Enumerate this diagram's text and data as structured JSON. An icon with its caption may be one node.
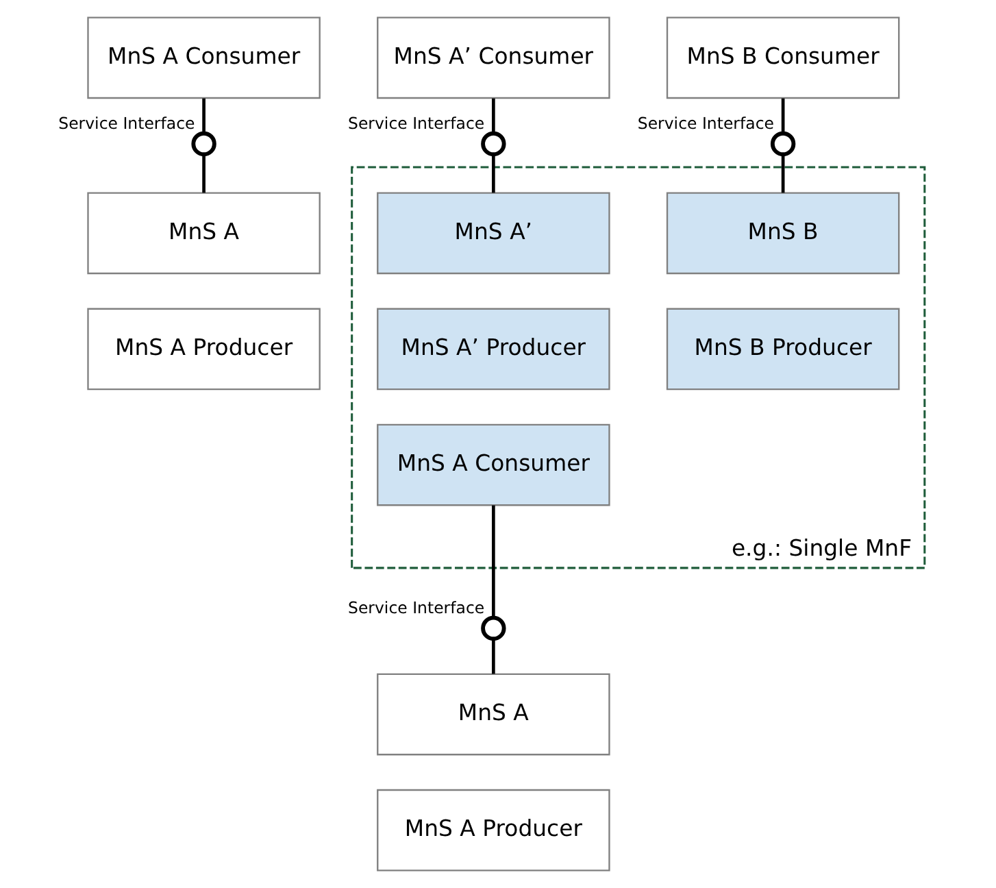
{
  "diagram": {
    "nodes": [
      {
        "text": [
          "MnS A Consumer"
        ]
      },
      {
        "text": [],
        "shape": "circle",
        "beside": [
          "Service Interface"
        ]
      },
      {
        "text": [
          "MnS A"
        ]
      },
      {
        "text": [
          "MnS A Producer"
        ]
      },
      {
        "text": [
          "MnS A’ Consumer"
        ]
      },
      {
        "text": [
          "MnS B Consumer"
        ]
      },
      {
        "text": [],
        "shape": "circle",
        "beside": [
          "Service Interface"
        ]
      },
      {
        "text": [],
        "shape": "circle",
        "beside": [
          "Service Interface"
        ]
      },
      {
        "text": [
          "e.g.: Single MnF"
        ]
      },
      {
        "text": [
          "MnS A’"
        ],
        "in": 8
      },
      {
        "text": [
          "MnS A’ Producer"
        ],
        "in": 8
      },
      {
        "text": [
          "MnS B"
        ],
        "in": 8
      },
      {
        "text": [
          "MnS B Producer"
        ],
        "in": 8
      },
      {
        "text": [
          "MnS A Consumer"
        ],
        "in": 8
      },
      {
        "text": [],
        "shape": "circle",
        "beside": [
          "Service Interface"
        ]
      },
      {
        "text": [
          "MnS A"
        ]
      },
      {
        "text": [
          "MnS A Producer"
        ]
      }
    ],
    "edges": [
      {
        "from": 0,
        "to": 1,
        "arrow": "none"
      },
      {
        "from": 1,
        "to": 2,
        "arrow": "none"
      },
      {
        "from": 4,
        "to": 6,
        "arrow": "none"
      },
      {
        "from": 6,
        "to": 9,
        "arrow": "none"
      },
      {
        "from": 5,
        "to": 7,
        "arrow": "none"
      },
      {
        "from": 7,
        "to": 11,
        "arrow": "none"
      },
      {
        "from": 13,
        "to": 14,
        "arrow": "none"
      },
      {
        "from": 14,
        "to": 15,
        "arrow": "none"
      }
    ]
  }
}
